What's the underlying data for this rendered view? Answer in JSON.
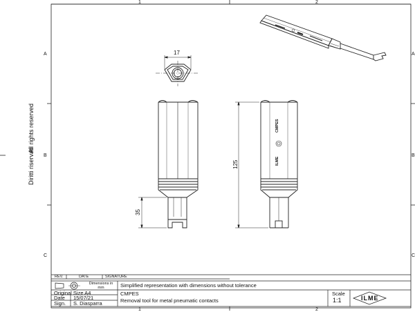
{
  "zones": {
    "columns": [
      "1",
      "2"
    ],
    "rows": [
      "A",
      "B",
      "C"
    ]
  },
  "side_note": {
    "left": "Diritti riservati",
    "right": "All rights reserved"
  },
  "dimensions": {
    "hex_across_flats": "17",
    "total_length": "125",
    "tip_length": "35"
  },
  "revision_table": {
    "rev": "REV.",
    "date": "DATE",
    "signature": "SIGNATURE"
  },
  "title_block": {
    "dimensions_label": "Dimensions in mm",
    "note": "Simplified representation with dimensions without tolerance",
    "original_size": "Original Size A4",
    "date_label": "Date",
    "date_value": "15/07/21",
    "sign_label": "Sign.",
    "sign_value": "S. Diasparra",
    "code": "CMPES",
    "description": "Removal tool for metal pneumatic contacts",
    "scale_label": "Scale",
    "scale_value": "1:1",
    "logo_text": "ILME"
  },
  "part_markings": {
    "code": "CMPES",
    "brand": "ILME"
  }
}
